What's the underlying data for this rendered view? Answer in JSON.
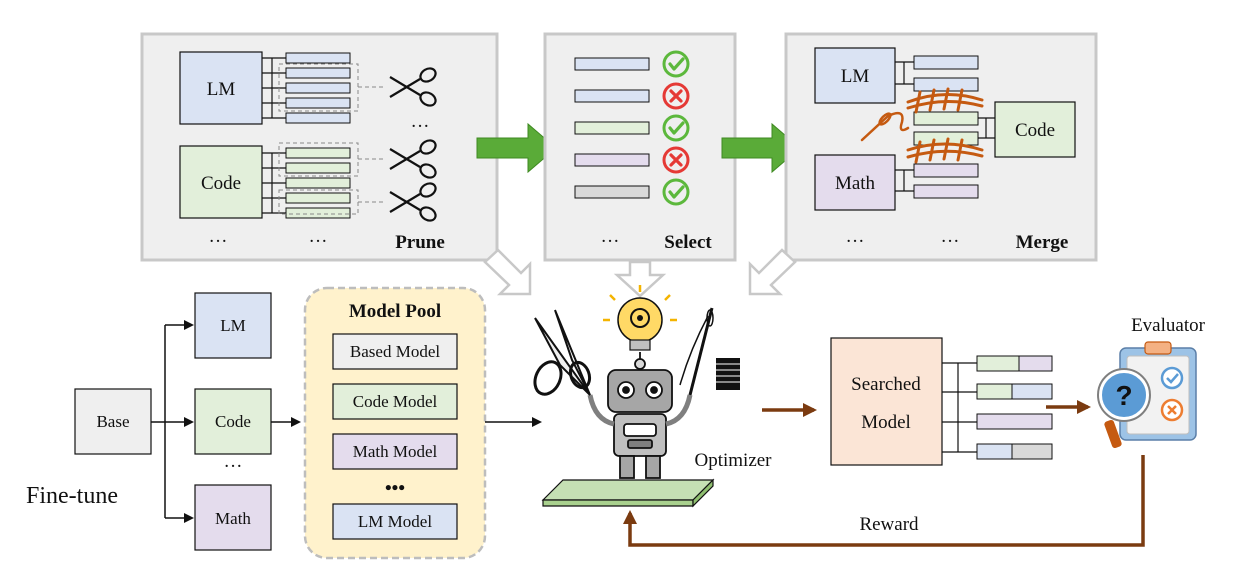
{
  "panels": {
    "prune": {
      "title": "Prune",
      "model_lm": "LM",
      "model_code": "Code",
      "ellipsis_left": "···",
      "ellipsis_mid": "···",
      "ellipsis_right": "···"
    },
    "select": {
      "title": "Select",
      "ellipsis": "···"
    },
    "merge": {
      "title": "Merge",
      "model_lm": "LM",
      "model_math": "Math",
      "model_code": "Code",
      "ellipsis_left": "···",
      "ellipsis_mid": "···"
    }
  },
  "finetune": {
    "base": "Base",
    "label": "Fine-tune",
    "lm": "LM",
    "code": "Code",
    "math": "Math",
    "ellipsis": "···"
  },
  "model_pool": {
    "title": "Model Pool",
    "items": [
      "Based Model",
      "Code Model",
      "Math Model",
      "LM Model"
    ],
    "ellipsis": "•••"
  },
  "optimizer": {
    "label": "Optimizer"
  },
  "searched_model": {
    "line1": "Searched",
    "line2": "Model"
  },
  "evaluator": {
    "label": "Evaluator"
  },
  "reward": {
    "label": "Reward"
  },
  "colors": {
    "lm_blue": "#dae3f3",
    "code_green": "#e2efda",
    "math_purple": "#e4dced",
    "gray_block": "#d9d9d9",
    "green_arrow": "#5aab38",
    "brown_arrow": "#7b3b10",
    "pool_bg": "#fff2cc",
    "searched_bg": "#fbe5d6",
    "check_green": "#5cb83c",
    "cross_red": "#e53935"
  }
}
